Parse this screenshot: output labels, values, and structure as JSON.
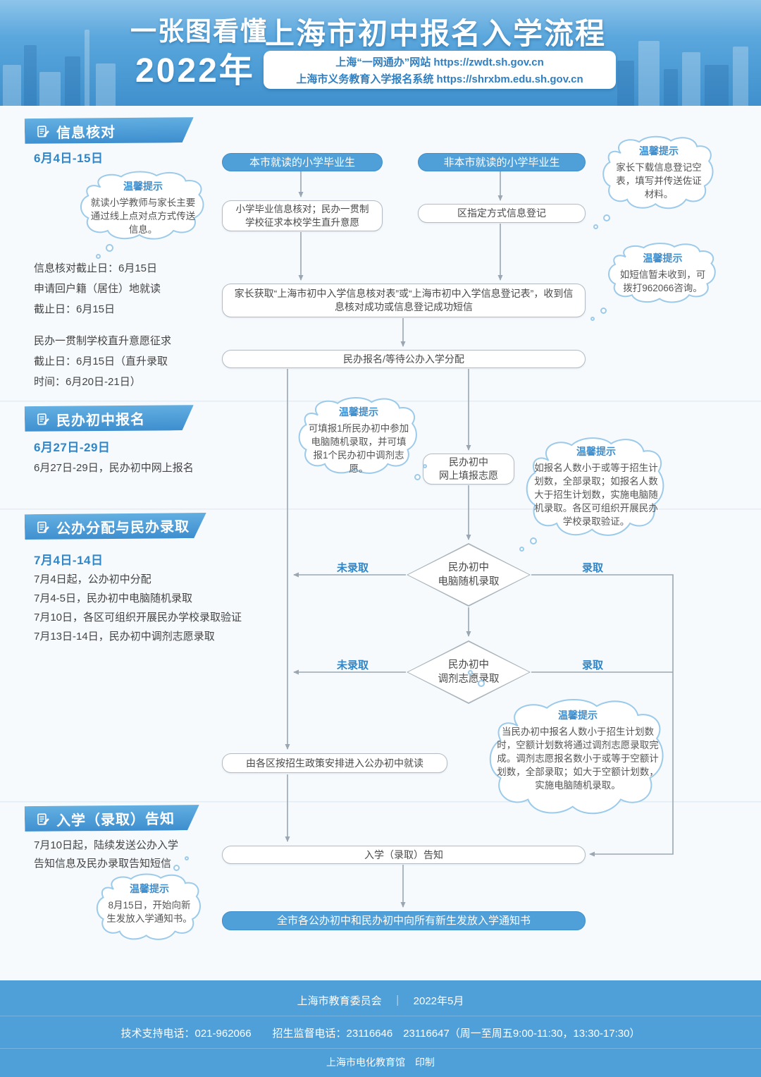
{
  "header": {
    "tagline_line1": "一张图看懂",
    "tagline_line2": "2022年",
    "title": "上海市初中报名入学流程",
    "url_line1": "上海“一网通办”网站 https://zwdt.sh.gov.cn",
    "url_line2": "上海市义务教育入学报名系统 https://shrxbm.edu.sh.gov.cn"
  },
  "tips": {
    "label": "温馨提示",
    "t1": "就读小学教师与家长主要通过线上点对点方式传送信息。",
    "t2": "家长下载信息登记空表，填写并传送佐证材料。",
    "t3": "如短信暂未收到，可拨打962066咨询。",
    "t4": "可填报1所民办初中参加电脑随机录取，并可填报1个民办初中调剂志愿。",
    "t5": "如报名人数小于或等于招生计划数，全部录取；如报名人数大于招生计划数，实施电脑随机录取。各区可组织开展民办学校录取验证。",
    "t6": "当民办初中报名人数小于招生计划数时，空额计划数将通过调剂志愿录取完成。调剂志愿报名数小于或等于空额计划数，全部录取；如大于空额计划数，实施电脑随机录取。",
    "t7": "8月15日，开始向新生发放入学通知书。"
  },
  "sections": {
    "s1": {
      "title": "信息核对",
      "date": "6月4日-15日",
      "notes": [
        "信息核对截止日：6月15日",
        "申请回户籍（居住）地就读",
        "截止日：6月15日",
        "民办一贯制学校直升意愿征求",
        "截止日：6月15日（直升录取",
        "时间：6月20日-21日）"
      ]
    },
    "s2": {
      "title": "民办初中报名",
      "date": "6月27日-29日",
      "note": "6月27日-29日，民办初中网上报名"
    },
    "s3": {
      "title": "公办分配与民办录取",
      "date": "7月4日-14日",
      "notes": [
        "7月4日起，公办初中分配",
        "7月4-5日，民办初中电脑随机录取",
        "7月10日，各区可组织开展民办学校录取验证",
        "7月13日-14日，民办初中调剂志愿录取"
      ]
    },
    "s4": {
      "title": "入学（录取）告知",
      "note_line1": "7月10日起，陆续发送公办入学",
      "note_line2": "告知信息及民办录取告知短信"
    }
  },
  "flow": {
    "start_local": "本市就读的小学毕业生",
    "start_nonlocal": "非本市就读的小学毕业生",
    "verify_local": "小学毕业信息核对；民办一贯制学校征求本校学生直升意愿",
    "register_district": "区指定方式信息登记",
    "obtain_form": "家长获取“上海市初中入学信息核对表”或“上海市初中入学信息登记表”，收到信息核对成功或信息登记成功短信",
    "apply_or_wait": "民办报名/等待公办入学分配",
    "fill_volunteer_line1": "民办初中",
    "fill_volunteer_line2": "网上填报志愿",
    "lottery_line1": "民办初中",
    "lottery_line2": "电脑随机录取",
    "transfer_line1": "民办初中",
    "transfer_line2": "调剂志愿录取",
    "not_admitted": "未录取",
    "admitted": "录取",
    "public_arrange": "由各区按招生政策安排进入公办初中就读",
    "admission_notice": "入学（录取）告知",
    "final_notice": "全市各公办初中和民办初中向所有新生发放入学通知书"
  },
  "footer": {
    "line1": "上海市教育委员会　｜　2022年5月",
    "line2": "技术支持电话：021-962066　　招生监督电话：23116646　23116647（周一至周五9:00-11:30，13:30-17:30）",
    "line3": "上海市电化教育馆　印制"
  },
  "colors": {
    "primary_blue": "#4f9fd9",
    "accent_blue": "#2f86c8",
    "cloud_border": "#9ccaea",
    "arrow_gray": "#9aa7b2"
  }
}
